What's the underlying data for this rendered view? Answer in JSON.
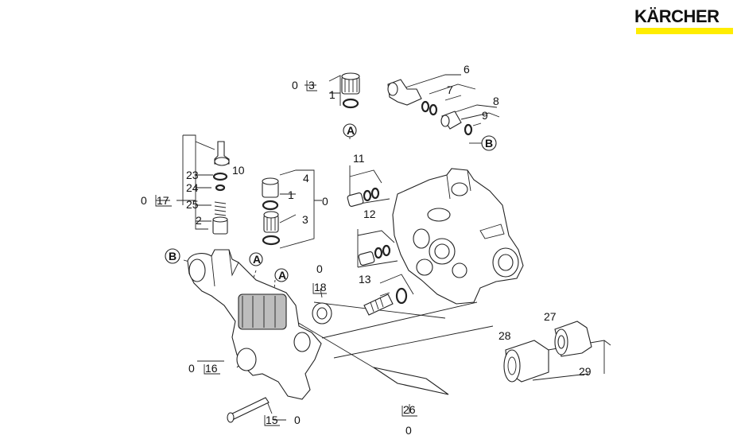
{
  "logo": {
    "text": "KÄRCHER"
  },
  "colors": {
    "brand_yellow": "#ffed00",
    "ink": "#222222"
  },
  "labels": {
    "l0_3a": "0",
    "l3": "3",
    "l1a": "1",
    "l6": "6",
    "l7": "7",
    "l8": "8",
    "l9": "9",
    "l10": "10",
    "l23": "23",
    "l24": "24",
    "l25": "25",
    "l2": "2",
    "l0_17a": "0",
    "l17": "17",
    "l4": "4",
    "l1b": "1",
    "l3b": "3",
    "l0_r": "0",
    "l11": "11",
    "l12": "12",
    "l13": "13",
    "l0_18a": "0",
    "l18": "18",
    "l0_16a": "0",
    "l16": "16",
    "l15": "15",
    "l0_15a": "0",
    "l26": "26",
    "l0_26a": "0",
    "l27": "27",
    "l28": "28",
    "l29": "29"
  },
  "markers": {
    "a1": "A",
    "a2": "A",
    "a3": "A",
    "b1": "B",
    "b2": "B"
  }
}
